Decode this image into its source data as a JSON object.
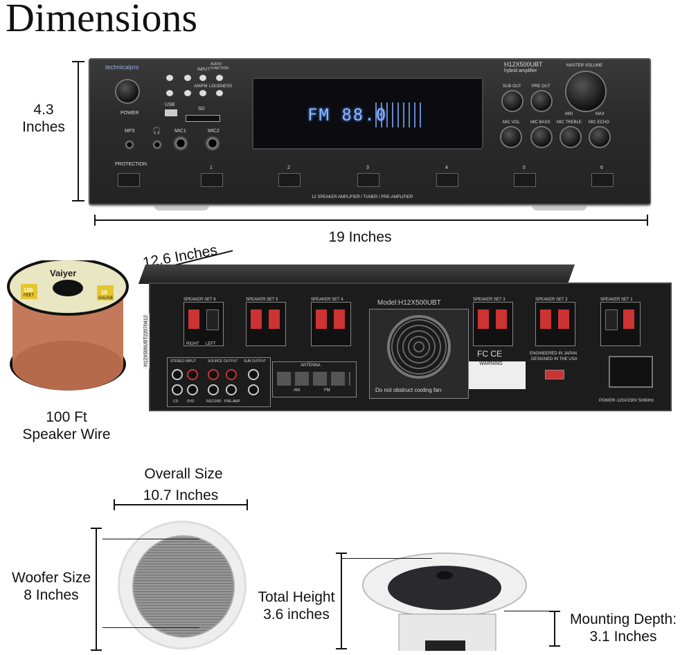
{
  "title": "Dimensions",
  "front": {
    "height_label_num": "4.3",
    "height_label_unit": "Inches",
    "width_label": "19 Inches",
    "brand": "technicalpro",
    "model": "H12X500UBT",
    "model_sub": "hybrid amplifier",
    "display_text": "FM 88.0",
    "bottom_text": "12 SPEAKER  AMPLIFIER / TUNER / PRE-AMPLIFIER",
    "labels": {
      "power": "POWER",
      "usb": "USB",
      "sd": "SD",
      "mp3": "MP3",
      "mic1": "MIC1",
      "mic2": "MIC2",
      "protection": "PROTECTION",
      "sub_out": "SUB OUT",
      "pre_out": "PRE OUT",
      "master_volume": "MASTER VOLUME",
      "min": "MIN",
      "max": "MAX",
      "mic_vol": "MIC VOL",
      "mic_bass": "MIC BASS",
      "mic_treble": "MIC TREBLE",
      "mic_echo": "MIC ECHO",
      "input": "INPUT",
      "audio_function": "AUDIO FUNCTION",
      "amfm": "AM/FM",
      "loudness": "LOUDNESS"
    },
    "zone_buttons": [
      "1",
      "2",
      "3",
      "4",
      "5",
      "6"
    ]
  },
  "back": {
    "depth_label": "12.6 Inches",
    "model_text": "Model:H12X500UBT",
    "fan_text": "Do not obstruct cooling fan",
    "speaker_sets": [
      "SPEAKER SET 6",
      "SPEAKER SET 5",
      "SPEAKER SET 4",
      "SPEAKER SET 3",
      "SPEAKER SET 2",
      "SPEAKER SET 1"
    ],
    "right": "RIGHT",
    "left": "LEFT",
    "antenna": "ANTENNA",
    "am": "AM",
    "fm": "FM",
    "stereo_input": "STEREO INPUT",
    "source_output": "SOURCE OUTPUT",
    "sub_output": "SUB OUTPUT",
    "cd": "CD",
    "dvd": "DVD",
    "record": "RECORD",
    "pre_amp": "PRE-AMP",
    "warning": "WARNING",
    "engineered": "ENGINEERED IN JAPAN",
    "designed": "DESIGNED IN THE USA",
    "fcc": "FC CE",
    "power_text": "POWER~115V/230V  50/60Hz",
    "serial": "H12X500UBT22070412"
  },
  "wire": {
    "brand": "Vaiyer",
    "feet_badge": "100",
    "feet_unit": "FEET",
    "gauge_badge": "16",
    "gauge_unit": "GAUGE",
    "label_line1": "100 Ft",
    "label_line2": "Speaker Wire"
  },
  "speaker": {
    "overall_label": "Overall Size",
    "overall_value": "10.7 Inches",
    "woofer_label": "Woofer Size",
    "woofer_value": "8 Inches",
    "height_label": "Total Height",
    "height_value": "3.6 inches",
    "mount_label": "Mounting Depth:",
    "mount_value": "3.1 Inches"
  }
}
